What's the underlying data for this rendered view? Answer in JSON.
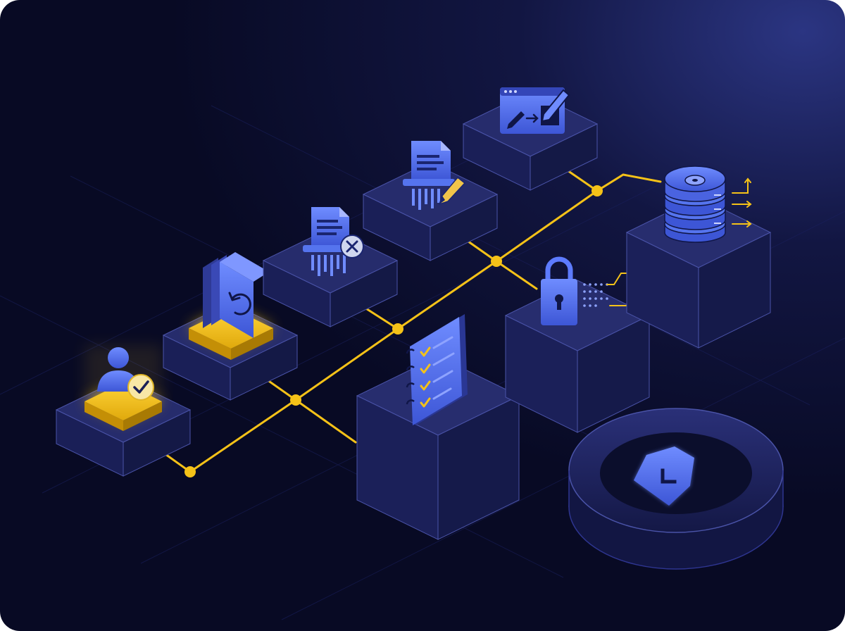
{
  "colors": {
    "background": "#0a0d2b",
    "background_glow": "#26307a",
    "block_top": "#272d6e",
    "block_left": "#1a1f57",
    "block_right": "#141946",
    "block_edge": "#4a53a8",
    "connector": "#f5c218",
    "highlight": "#f3c21a",
    "icon_blue": "#4f6ff0",
    "icon_light": "#8aa0ff"
  },
  "diagram": {
    "nodes": [
      {
        "name": "user-verification",
        "icon": "user-check-icon",
        "highlighted": true
      },
      {
        "name": "document-restore",
        "icon": "document-undo-icon",
        "highlighted": true
      },
      {
        "name": "document-shred-delete",
        "icon": "shredder-delete-icon",
        "highlighted": false
      },
      {
        "name": "document-shred-edit",
        "icon": "shredder-edit-icon",
        "highlighted": false
      },
      {
        "name": "data-rewrite",
        "icon": "window-edit-icon",
        "highlighted": false
      },
      {
        "name": "checklist",
        "icon": "checklist-notebook-icon",
        "highlighted": false
      },
      {
        "name": "encryption-lock",
        "icon": "padlock-icon",
        "highlighted": false
      },
      {
        "name": "database-export",
        "icon": "database-disk-icon",
        "highlighted": false
      },
      {
        "name": "protection-shield",
        "icon": "shield-icon",
        "highlighted": false
      }
    ]
  }
}
